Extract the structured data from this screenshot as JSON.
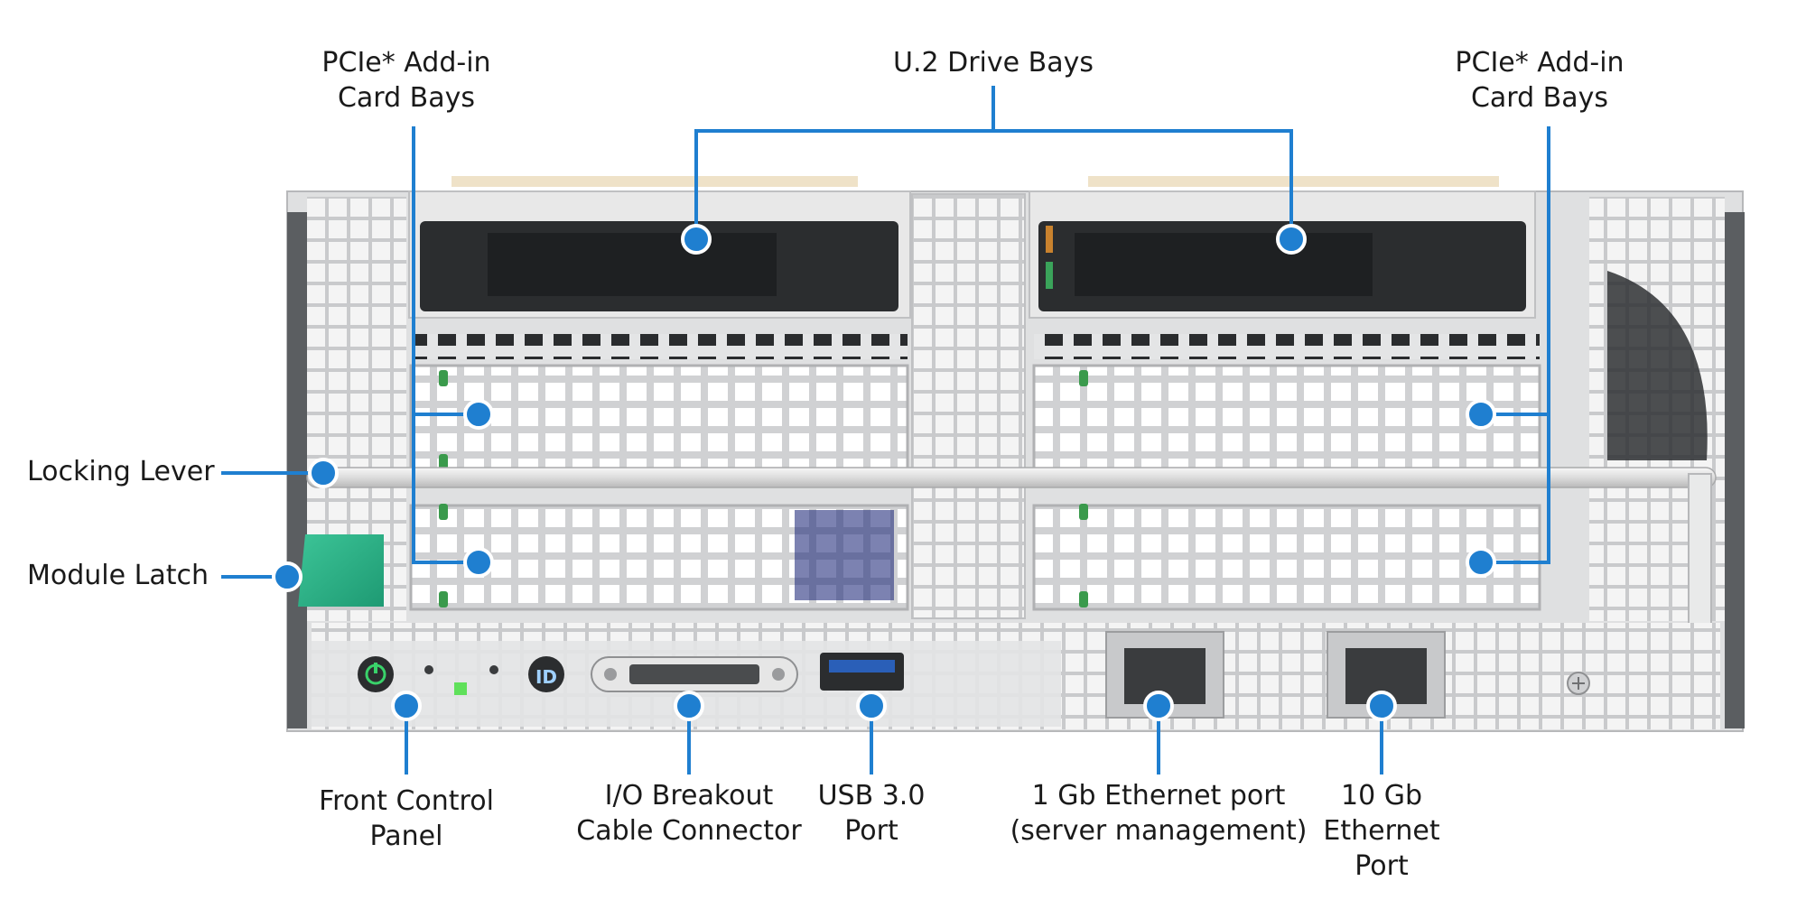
{
  "labels": {
    "pcie_left": [
      "PCIe* Add-in",
      "Card Bays"
    ],
    "u2_bays": "U.2 Drive Bays",
    "pcie_right": [
      "PCIe* Add-in",
      "Card Bays"
    ],
    "locking_lever": "Locking Lever",
    "module_latch": "Module Latch",
    "front_control_panel": [
      "Front Control",
      "Panel"
    ],
    "io_breakout": [
      "I/O Breakout",
      "Cable Connector"
    ],
    "usb": [
      "USB 3.0",
      "Port"
    ],
    "eth_1gb": [
      "1 Gb Ethernet port",
      "(server management)"
    ],
    "eth_10gb": [
      "10 Gb",
      "Ethernet",
      "Port"
    ]
  },
  "panel_glyphs": {
    "id_button": "ID"
  },
  "colors": {
    "callout_blue": "#1f7fd0",
    "latch_green": "#2fae86",
    "usb_blue": "#2a5fb8",
    "power_green": "#39d26a",
    "chassis_gray": "#d9dadb",
    "drive_dark": "#2b2d2f"
  },
  "icons": [
    "power-icon",
    "id-icon",
    "usb-port-icon",
    "ethernet-port-icon",
    "io-connector-icon"
  ]
}
